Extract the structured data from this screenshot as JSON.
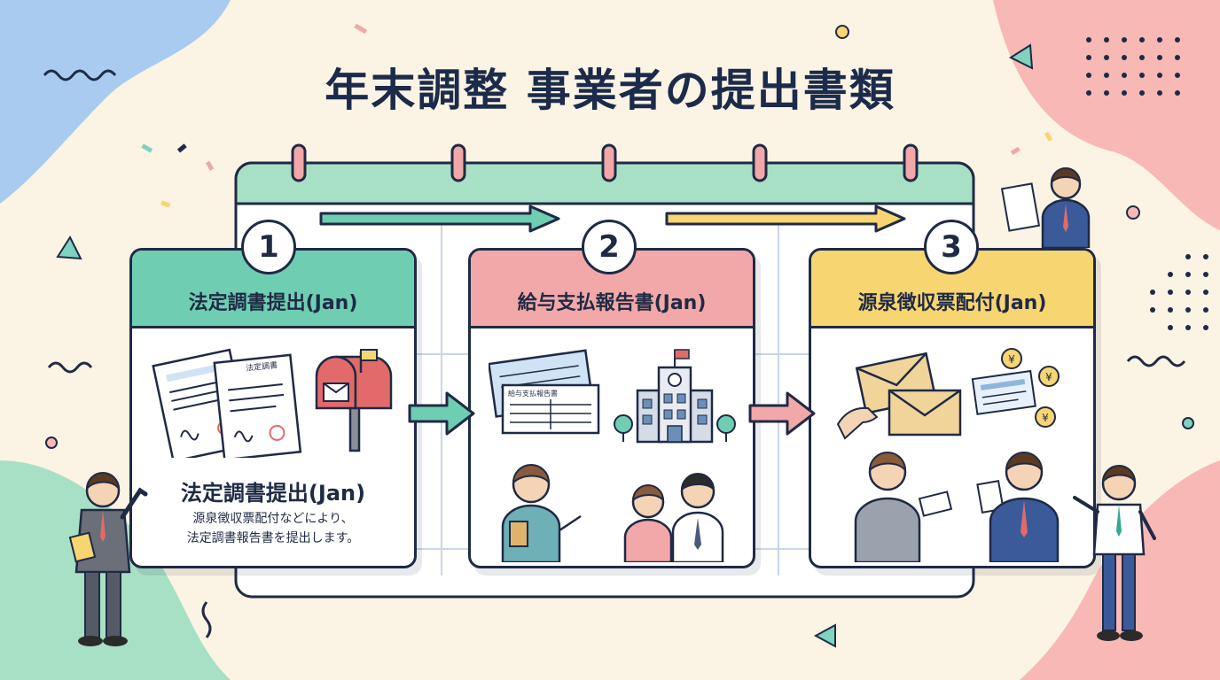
{
  "title": "年末調整 事業者の提出書類",
  "colors": {
    "teal": "#6FCDB2",
    "pink": "#F2A7A9",
    "yellow": "#F7D571",
    "navy": "#1F2A44",
    "background": "#FBF3E4"
  },
  "steps": [
    {
      "number": "1",
      "label": "法定調書提出(Jan)",
      "sub_title": "法定調書提出(Jan)",
      "description_line1": "源泉徴収票配付などにより、",
      "description_line2": "法定調書報告書を提出します。",
      "document_label": "法定調書",
      "icons": [
        "document-icon",
        "mailbox-icon"
      ]
    },
    {
      "number": "2",
      "label": "給与支払報告書(Jan)",
      "document_label": "給与支払報告書",
      "icons": [
        "form-icon",
        "city-hall-icon",
        "people-icon"
      ]
    },
    {
      "number": "3",
      "label": "源泉徴収票配付(Jan)",
      "icons": [
        "envelope-icon",
        "coin-icon",
        "handover-icon"
      ]
    }
  ]
}
